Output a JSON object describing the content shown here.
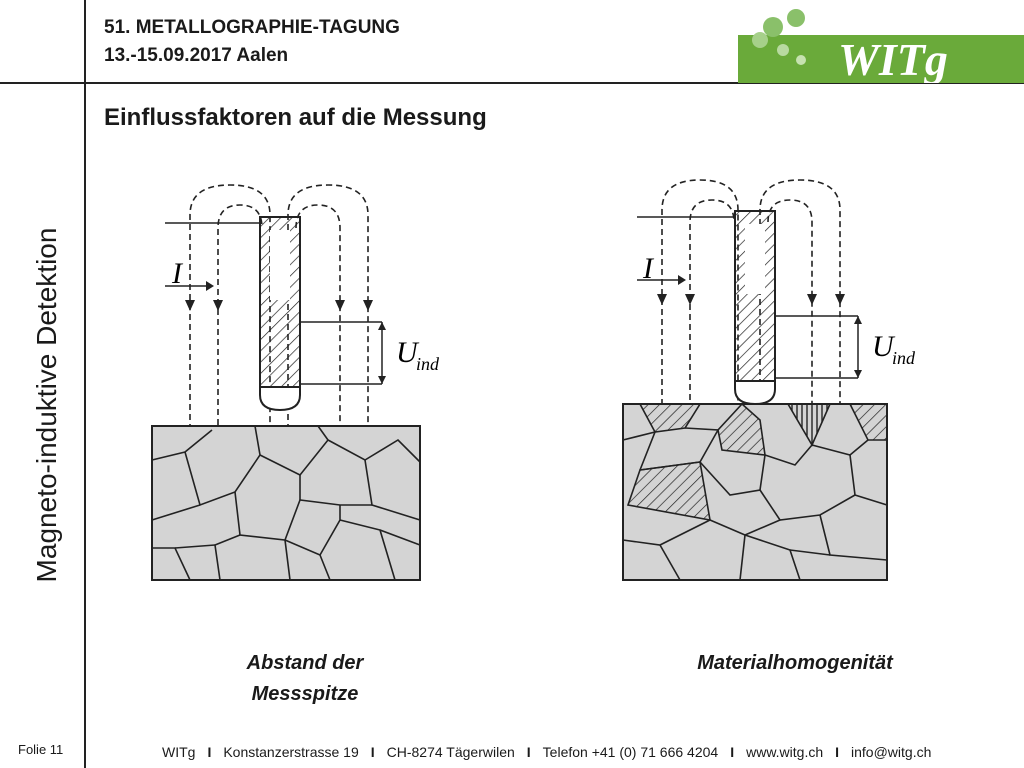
{
  "header": {
    "conference": "51. METALLOGRAPHIE-TAGUNG",
    "dates": "13.-15.09.2017  Aalen",
    "logo_text": "WITg"
  },
  "slide": {
    "title": "Einflussfaktoren auf die Messung",
    "side_label": "Magneto-induktive Detektion",
    "folio": "Folie 11"
  },
  "figures": {
    "left": {
      "caption_line1": "Abstand der",
      "caption_line2": "Messspitze",
      "current": "I",
      "voltage": "U",
      "voltage_sub": "ind"
    },
    "right": {
      "caption": "Materialhomogenität",
      "current": "I",
      "voltage": "U",
      "voltage_sub": "ind"
    }
  },
  "footer": {
    "company": "WITg",
    "address": "Konstanzerstrasse 19",
    "city": "CH-8274 Tägerwilen",
    "phone": "Telefon +41 (0) 71 666 4204",
    "web": "www.witg.ch",
    "email": "info@witg.ch",
    "separator": "I"
  },
  "colors": {
    "logo_green": "#6aaa3a",
    "grain_fill": "#d4d4d4"
  }
}
